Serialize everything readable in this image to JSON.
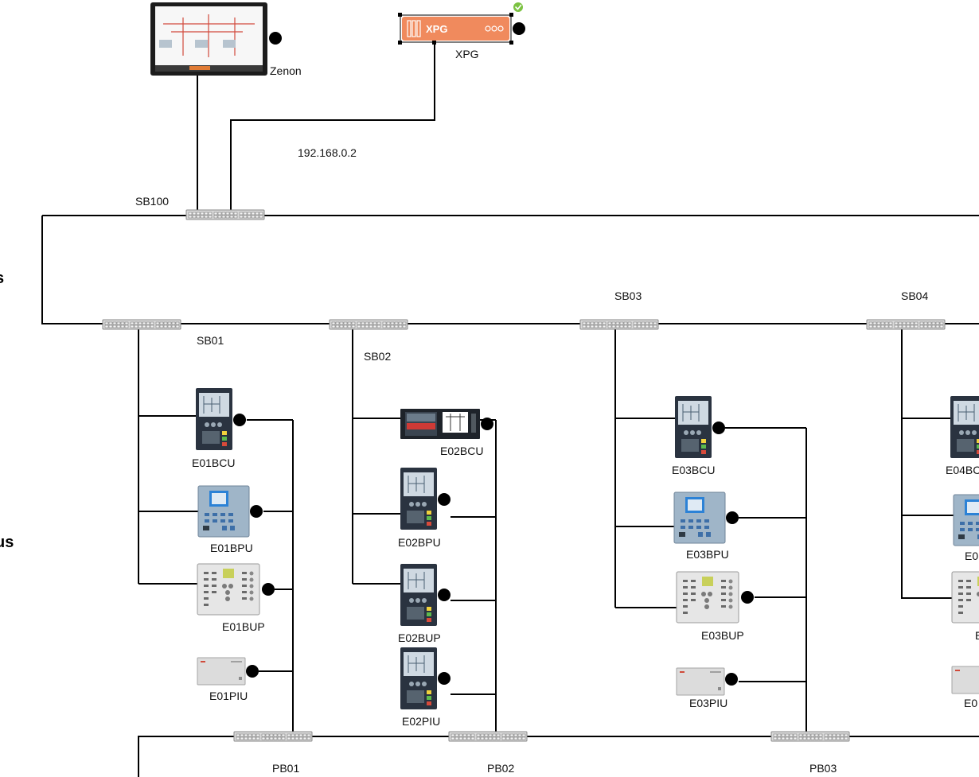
{
  "network": {
    "address_label": "192.168.0.2",
    "side_labels": [
      "s",
      "us"
    ]
  },
  "devices": {
    "zenon": "Zenon",
    "xpg": "XPG",
    "xpg_logo": "XPG",
    "e01bcu": "E01BCU",
    "e01bpu": "E01BPU",
    "e01bup": "E01BUP",
    "e01piu": "E01PIU",
    "e02bcu": "E02BCU",
    "e02bpu": "E02BPU",
    "e02bup": "E02BUP",
    "e02piu": "E02PIU",
    "e03bcu": "E03BCU",
    "e03bpu": "E03BPU",
    "e03bup": "E03BUP",
    "e03piu": "E03PIU",
    "e04bcu_partial": "E04BC",
    "e04bpu_partial": "E0",
    "e04bup_partial": "E",
    "e04piu_partial": "E0"
  },
  "switches": {
    "sb100": "SB100",
    "sb01": "SB01",
    "sb02": "SB02",
    "sb03": "SB03",
    "sb04": "SB04",
    "pb01": "PB01",
    "pb02": "PB02",
    "pb03": "PB03"
  },
  "icons": {
    "download": "download-icon",
    "status_ok": "check-circle-icon"
  },
  "colors": {
    "download_badge": "#17b8c9",
    "xpg_orange": "#f08a5d",
    "status_green": "#7cc242",
    "wire": "#000000"
  }
}
